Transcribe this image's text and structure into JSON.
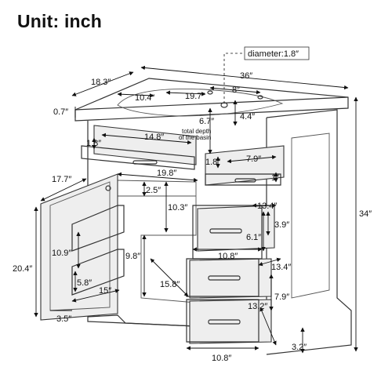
{
  "title": "Unit: inch",
  "callouts": {
    "diameter": "diameter:1.8″",
    "basin_note_line1": "total depth",
    "basin_note_line2": "of the basin"
  },
  "dimensions": {
    "width_36": "36″",
    "depth_18_3": "18.3″",
    "top_thickness_0_7": "0.7″",
    "basin_10_4": "10.4″",
    "basin_19_7": "19.7″",
    "faucet_8": "8″",
    "faucet_4_4": "4.4″",
    "basin_depth_6_7": "6.7″",
    "drawer_1_8_left": "1.8″",
    "drawer_14_8": "14.8″",
    "drawer_1_8_mid": "1.8″",
    "drawer_7_9_top": "7.9″",
    "drawer_1_right": "1″",
    "door_17_7": "17.7″",
    "cabinet_19_8": "19.8″",
    "shelf_2_5": "2.5″",
    "open_10_3": "10.3″",
    "drawer_13_4_top": "13.4″",
    "drawer_3_9": "3.9″",
    "drawer_6_1": "6.1″",
    "door_shelf_10_9": "10.9″",
    "height_20_4": "20.4″",
    "drawer_10_8_mid": "10.8″",
    "inside_9_8": "9.8″",
    "drawer_13_4_mid": "13.4″",
    "door_shelf_5_8": "5.8″",
    "inside_15_8": "15.8″",
    "drawer_7_9_low": "7.9″",
    "bottom_15": "15″",
    "drawer_13_2": "13.2″",
    "door_3_5": "3.5″",
    "toe_3_2": "3.2″",
    "drawer_10_8_bottom": "10.8″",
    "height_34": "34″"
  }
}
